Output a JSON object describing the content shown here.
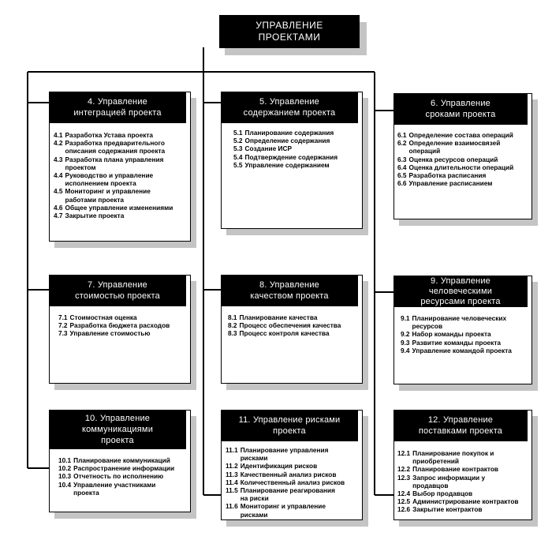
{
  "root": {
    "title": "УПРАВЛЕНИЕ\nПРОЕКТАМИ"
  },
  "areas": [
    {
      "title": "4. Управление\nинтеграцией проекта",
      "items": [
        {
          "num": "4.1",
          "text": "Разработка Устава проекта"
        },
        {
          "num": "4.2",
          "text": "Разработка предварительного\nописания содержания проекта"
        },
        {
          "num": "4.3",
          "text": "Разработка плана управления\nпроектом"
        },
        {
          "num": "4.4",
          "text": "Руководство и управление\nисполнением проекта"
        },
        {
          "num": "4.5",
          "text": "Мониторинг и управление\nработами проекта"
        },
        {
          "num": "4.6",
          "text": "Общее управление изменениями"
        },
        {
          "num": "4.7",
          "text": "Закрытие проекта"
        }
      ]
    },
    {
      "title": "5. Управление\nсодержанием проекта",
      "items": [
        {
          "num": "5.1",
          "text": "Планирование содержания"
        },
        {
          "num": "5.2",
          "text": "Определение содержания"
        },
        {
          "num": "5.3",
          "text": "Создание ИСР"
        },
        {
          "num": "5.4",
          "text": "Подтверждение содержания"
        },
        {
          "num": "5.5",
          "text": "Управление содержанием"
        }
      ]
    },
    {
      "title": "6. Управление\nсроками проекта",
      "items": [
        {
          "num": "6.1",
          "text": "Определение состава операций"
        },
        {
          "num": "6.2",
          "text": "Определение взаимосвязей\nопераций"
        },
        {
          "num": "6.3",
          "text": "Оценка ресурсов операций"
        },
        {
          "num": "6.4",
          "text": "Оценка длительности операций"
        },
        {
          "num": "6.5",
          "text": "Разработка расписания"
        },
        {
          "num": "6.6",
          "text": "Управление расписанием"
        }
      ]
    },
    {
      "title": "7. Управление\nстоимостью проекта",
      "items": [
        {
          "num": "7.1",
          "text": "Стоимостная оценка"
        },
        {
          "num": "7.2",
          "text": "Разработка бюджета расходов"
        },
        {
          "num": "7.3",
          "text": "Управление стоимостью"
        }
      ]
    },
    {
      "title": "8. Управление\nкачеством проекта",
      "items": [
        {
          "num": "8.1",
          "text": "Планирование качества"
        },
        {
          "num": "8.2",
          "text": "Процесс обеспечения качества"
        },
        {
          "num": "8.3",
          "text": "Процесс контроля качества"
        }
      ]
    },
    {
      "title": "9. Управление\nчеловеческими\nресурсами проекта",
      "items": [
        {
          "num": "9.1",
          "text": "Планирование человеческих\nресурсов"
        },
        {
          "num": "9.2",
          "text": "Набор команды проекта"
        },
        {
          "num": "9.3",
          "text": "Развитие команды проекта"
        },
        {
          "num": "9.4",
          "text": "Управление командой проекта"
        }
      ]
    },
    {
      "title": "10. Управление\nкоммуникациями\nпроекта",
      "items": [
        {
          "num": "10.1",
          "text": "Планирование коммуникаций"
        },
        {
          "num": "10.2",
          "text": "Распространение информации"
        },
        {
          "num": "10.3",
          "text": "Отчетность по исполнению"
        },
        {
          "num": "10.4",
          "text": "Управление участниками\nпроекта"
        }
      ]
    },
    {
      "title": "11. Управление рисками\nпроекта",
      "items": [
        {
          "num": "11.1",
          "text": "Планирование управления\nрисками"
        },
        {
          "num": "11.2",
          "text": "Идентификация рисков"
        },
        {
          "num": "11.3",
          "text": "Качественный анализ рисков"
        },
        {
          "num": "11.4",
          "text": "Количественный анализ рисков"
        },
        {
          "num": "11.5",
          "text": "Планирование реагирования\nна риски"
        },
        {
          "num": "11.6",
          "text": "Мониторинг и управление\nрисками"
        }
      ]
    },
    {
      "title": "12. Управление\nпоставками проекта",
      "items": [
        {
          "num": "12.1",
          "text": "Планирование покупок и\nприобретений"
        },
        {
          "num": "12.2",
          "text": "Планирование контрактов"
        },
        {
          "num": "12.3",
          "text": "Запрос информации у\nпродавцов"
        },
        {
          "num": "12.4",
          "text": "Выбор продавцов"
        },
        {
          "num": "12.5",
          "text": "Администрирование контрактов"
        },
        {
          "num": "12.6",
          "text": "Закрытие контрактов"
        }
      ]
    }
  ]
}
